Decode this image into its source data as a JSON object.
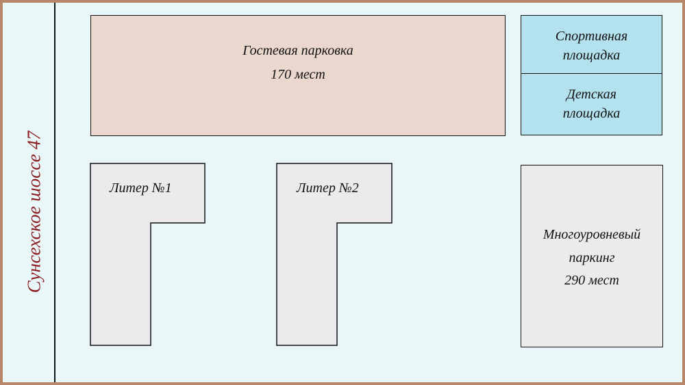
{
  "street": {
    "name": "Сунсехское шоссе 47"
  },
  "guest_parking": {
    "title": "Гостевая парковка",
    "capacity": "170 мест"
  },
  "sports_ground": {
    "line1": "Спортивная",
    "line2": "площадка"
  },
  "kids_ground": {
    "line1": "Детская",
    "line2": "площадка"
  },
  "liter1": {
    "label": "Литер №1"
  },
  "liter2": {
    "label": "Литер №2"
  },
  "multilevel_parking": {
    "line1": "Многоуровневый",
    "line2": "паркинг",
    "capacity": "290 мест"
  },
  "colors": {
    "frame_border": "#b8876a",
    "background": "#eaf7f9",
    "guest_parking_fill": "#ead8ce",
    "playground_fill": "#b3e1ee",
    "building_fill": "#ebebeb",
    "street_label": "#8b1a1f"
  }
}
